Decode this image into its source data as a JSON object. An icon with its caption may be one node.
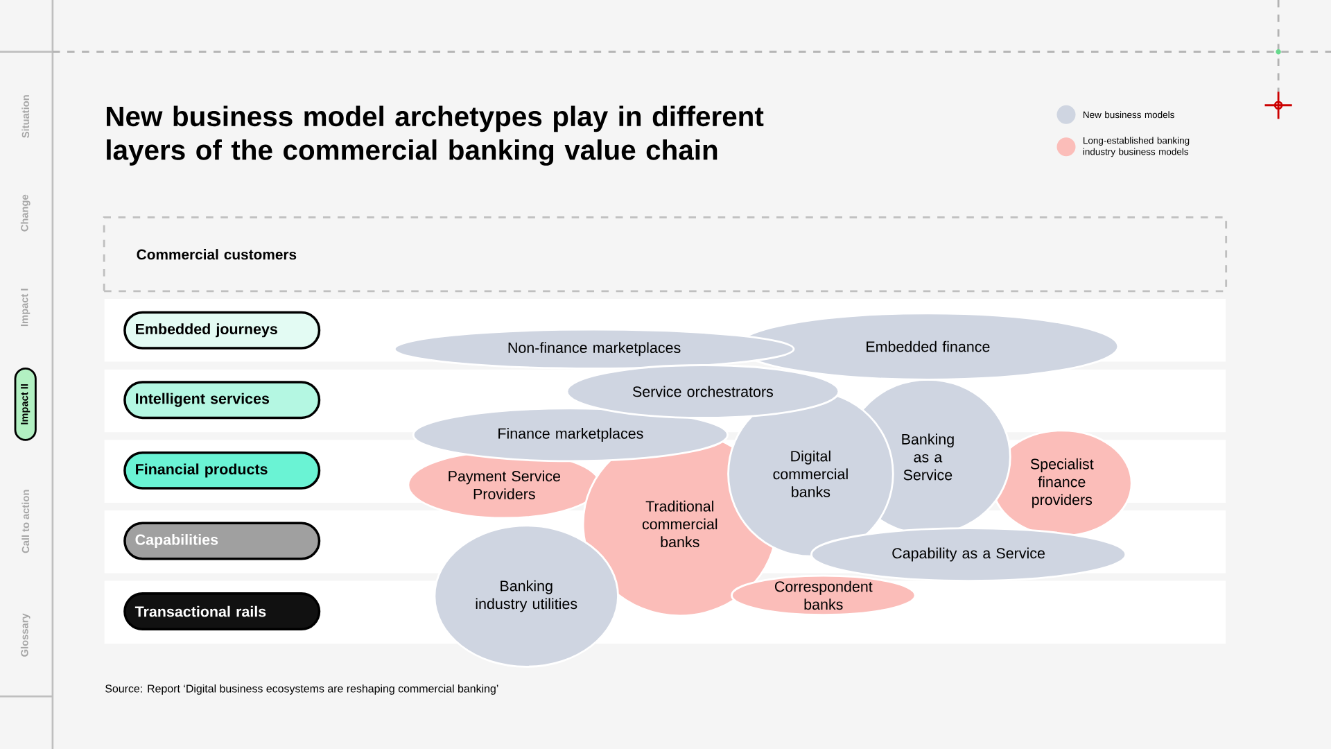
{
  "diagram": {
    "title": "New business model archetypes play in different layers of the commercial banking value chain",
    "nodes": [
      {
        "text": [
          "Commercial customers"
        ]
      },
      {
        "text": [
          "Embedded journeys"
        ]
      },
      {
        "text": [
          "Intelligent services"
        ]
      },
      {
        "text": [
          "Financial products"
        ]
      },
      {
        "text": [
          "Capabilities"
        ]
      },
      {
        "text": [
          "Transactional rails"
        ]
      },
      {
        "text": [
          "Non-finance marketplaces"
        ]
      },
      {
        "text": [
          "Embedded finance"
        ]
      },
      {
        "text": [
          "Service orchestrators"
        ]
      },
      {
        "text": [
          "Finance marketplaces"
        ]
      },
      {
        "text": [
          "Payment Service Providers"
        ]
      },
      {
        "text": [
          "Traditional commercial banks"
        ]
      },
      {
        "text": [
          "Digital commercial banks"
        ]
      },
      {
        "text": [
          "Banking as a Service"
        ]
      },
      {
        "text": [
          "Specialist finance providers"
        ]
      },
      {
        "text": [
          "Capability as a Service"
        ]
      },
      {
        "text": [
          "Banking industry utilities"
        ]
      },
      {
        "text": [
          "Correspondent banks"
        ]
      }
    ],
    "labels": [
      "Situation",
      "Change",
      "Impact I",
      "Impact II",
      "Call to action",
      "Glossary",
      "Source: Report ‘Digital business ecosystems are reshaping commercial banking’"
    ],
    "legend": [
      {
        "text": "New business models",
        "color": "#cfd5e1"
      },
      {
        "text": "Long-established banking industry business models",
        "color": "#fbbdb9"
      }
    ]
  }
}
